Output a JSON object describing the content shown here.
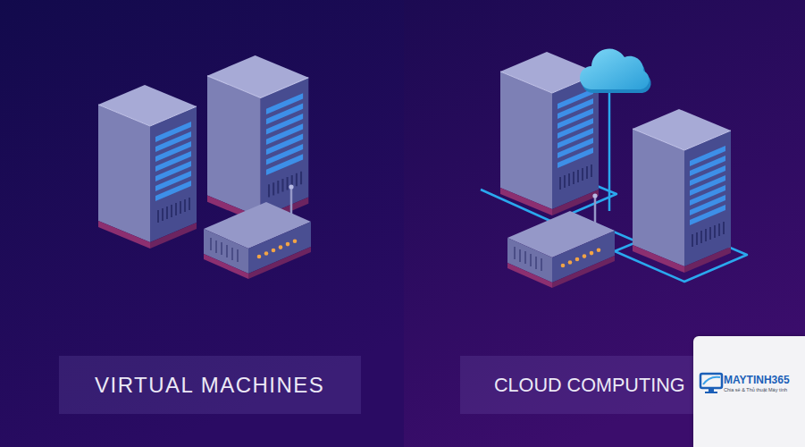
{
  "diagram": {
    "nodes": [
      {
        "text": [
          "VIRTUAL MACHINES"
        ]
      },
      {
        "text": [
          "CLOUD COMPUTING"
        ]
      }
    ],
    "labels": [
      "MAYTINH365",
      "Chia sẻ & Thủ thuật Máy tính"
    ]
  }
}
